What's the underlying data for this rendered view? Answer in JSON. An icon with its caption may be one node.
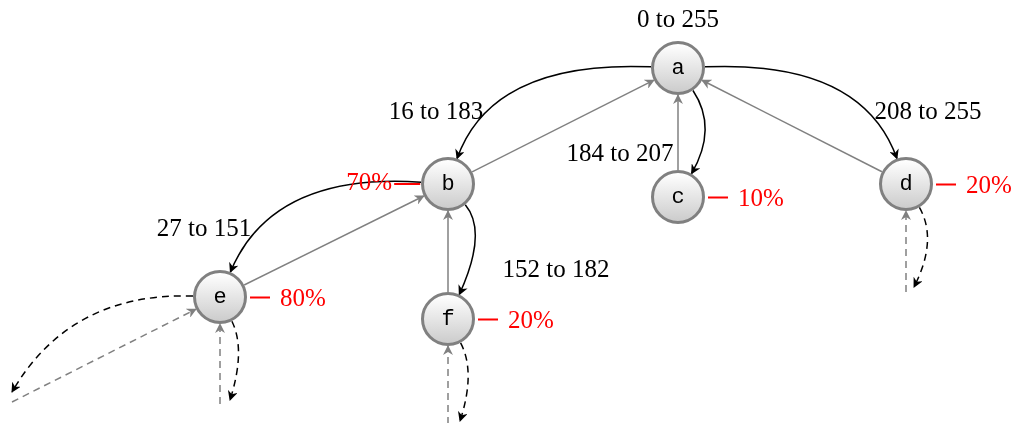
{
  "diagram": {
    "nodes": [
      {
        "text": [
          "a"
        ],
        "beside": [
          "0 to 255"
        ]
      },
      {
        "text": [
          "b"
        ],
        "beside": [
          "70%"
        ]
      },
      {
        "text": [
          "c"
        ],
        "beside": [
          "10%"
        ]
      },
      {
        "text": [
          "d"
        ],
        "beside": [
          "20%"
        ]
      },
      {
        "text": [
          "e"
        ],
        "beside": [
          "80%"
        ]
      },
      {
        "text": [
          "f"
        ],
        "beside": [
          "20%"
        ]
      }
    ],
    "edges": [
      {
        "from": 0,
        "to": 1,
        "arrow": "to",
        "label": "16 to 183"
      },
      {
        "from": 0,
        "to": 2,
        "arrow": "to",
        "label": "184 to 207"
      },
      {
        "from": 0,
        "to": 3,
        "arrow": "to",
        "label": "208 to 255"
      },
      {
        "from": 1,
        "to": 4,
        "arrow": "to",
        "label": "27 to 151"
      },
      {
        "from": 1,
        "to": 5,
        "arrow": "to",
        "label": "152 to 182"
      },
      {
        "from": 1,
        "to": 0,
        "arrow": "to",
        "color": "#808080"
      },
      {
        "from": 2,
        "to": 0,
        "arrow": "to",
        "color": "#808080"
      },
      {
        "from": 3,
        "to": 0,
        "arrow": "to",
        "color": "#808080"
      },
      {
        "from": 4,
        "to": 1,
        "arrow": "to",
        "color": "#808080"
      },
      {
        "from": 5,
        "to": 1,
        "arrow": "to",
        "color": "#808080"
      },
      {
        "from": 3,
        "to": null,
        "arrow": "to",
        "style": "dashed"
      },
      {
        "from": null,
        "to": 3,
        "arrow": "to",
        "style": "dashed",
        "color": "#808080"
      },
      {
        "from": 4,
        "to": null,
        "arrow": "to",
        "style": "dashed"
      },
      {
        "from": null,
        "to": 4,
        "arrow": "to",
        "style": "dashed",
        "color": "#808080"
      },
      {
        "from": 4,
        "to": null,
        "arrow": "to",
        "style": "dashed"
      },
      {
        "from": null,
        "to": 4,
        "arrow": "to",
        "style": "dashed",
        "color": "#808080"
      },
      {
        "from": 5,
        "to": null,
        "arrow": "to",
        "style": "dashed"
      },
      {
        "from": null,
        "to": 5,
        "arrow": "to",
        "style": "dashed",
        "color": "#808080"
      }
    ]
  }
}
